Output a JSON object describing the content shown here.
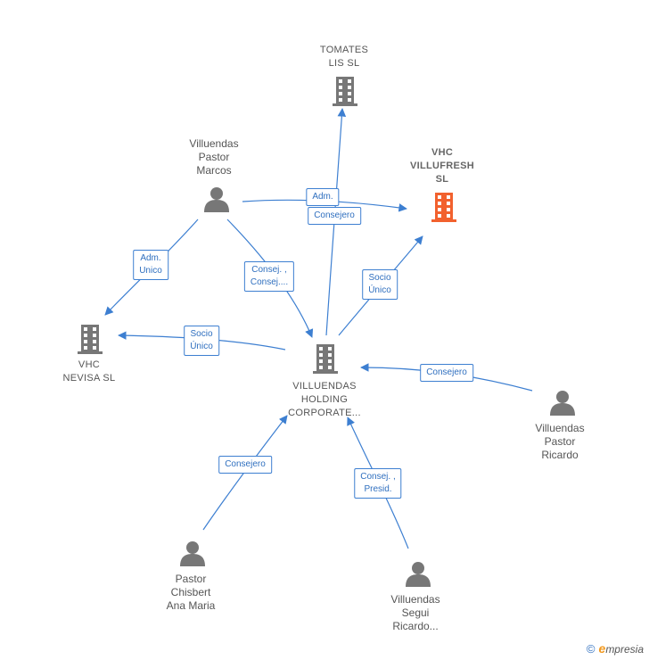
{
  "colors": {
    "edge": "#3d7fd1",
    "node": "#777777",
    "highlight": "#f2612e"
  },
  "nodes": {
    "tomates": {
      "label": "TOMATES\nLIS  SL",
      "icon": "building-icon"
    },
    "vhc_villufresh": {
      "label": "VHC\nVILLUFRESH\nSL",
      "icon": "building-icon"
    },
    "marcos": {
      "label": "Villuendas\nPastor\nMarcos",
      "icon": "person-icon"
    },
    "vhc_nevisa": {
      "label": "VHC\nNEVISA  SL",
      "icon": "building-icon"
    },
    "holding": {
      "label": "VILLUENDAS\nHOLDING\nCORPORATE...",
      "icon": "building-icon"
    },
    "ricardo": {
      "label": "Villuendas\nPastor\nRicardo",
      "icon": "person-icon"
    },
    "ana_maria": {
      "label": "Pastor\nChisbert\nAna Maria",
      "icon": "person-icon"
    },
    "segui": {
      "label": "Villuendas\nSegui\nRicardo...",
      "icon": "person-icon"
    }
  },
  "edges": {
    "adm_top": "Adm.",
    "consejero_top": "Consejero",
    "adm_unico": "Adm.\nUnico",
    "consej_consej": "Consej. ,\nConsej....",
    "socio_unico_right": "Socio\nÚnico",
    "socio_unico_left": "Socio\nÚnico",
    "consejero_ricardo": "Consejero",
    "consejero_ana": "Consejero",
    "consej_presid": "Consej. ,\nPresid."
  },
  "brand": {
    "copyright": "©",
    "e": "e",
    "rest": "mpresia"
  }
}
